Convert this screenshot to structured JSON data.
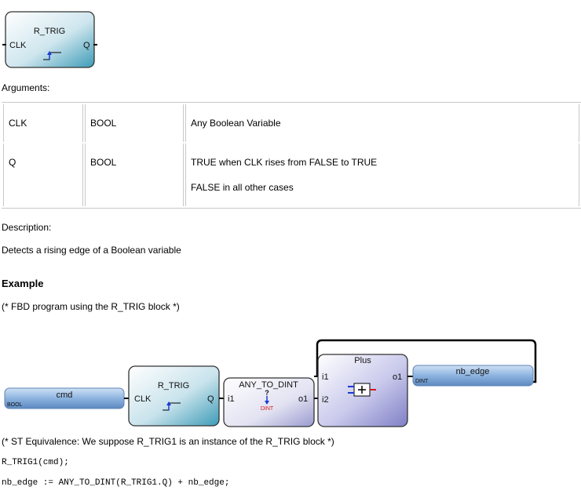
{
  "header_block": {
    "name": "R_TRIG",
    "input": "CLK",
    "output": "Q"
  },
  "arguments_label": "Arguments:",
  "arguments": [
    {
      "name": "CLK",
      "type": "BOOL",
      "description": [
        "Any Boolean Variable"
      ]
    },
    {
      "name": "Q",
      "type": "BOOL",
      "description": [
        "TRUE when CLK rises from FALSE to TRUE",
        "FALSE in all other cases"
      ]
    }
  ],
  "description_label": "Description:",
  "description_text": "Detects a rising edge of a Boolean variable",
  "example_heading": "Example",
  "fbd_comment": "(* FBD program using the R_TRIG block *)",
  "diagram": {
    "cmd_var": "cmd",
    "cmd_type": "BOOL",
    "rtrig_name": "R_TRIG",
    "rtrig_in": "CLK",
    "rtrig_out": "Q",
    "conv_name": "ANY_TO_DINT",
    "conv_in": "i1",
    "conv_out": "o1",
    "conv_type": "DINT",
    "plus_name": "Plus",
    "plus_in1": "i1",
    "plus_in2": "i2",
    "plus_out": "o1",
    "out_var": "nb_edge",
    "out_type": "DINT"
  },
  "st_comment": "(* ST Equivalence: We suppose R_TRIG1 is an instance of the R_TRIG block *)",
  "st_code": [
    "R_TRIG1(cmd);",
    "nb_edge := ANY_TO_DINT(R_TRIG1.Q) + nb_edge;"
  ]
}
